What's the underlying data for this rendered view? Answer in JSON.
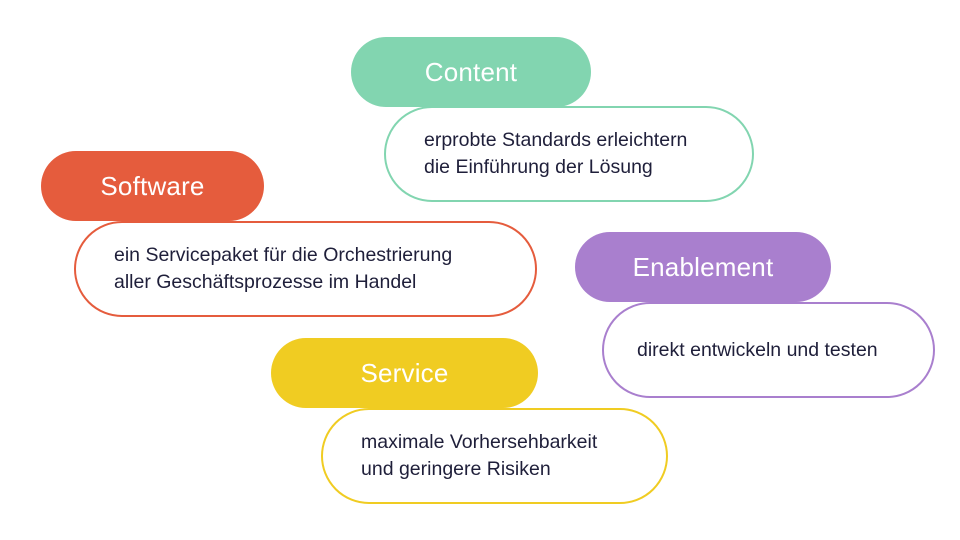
{
  "colors": {
    "content": "#82d5b0",
    "software": "#e55c3d",
    "enablement": "#a97fce",
    "service": "#f0cc22",
    "text": "#1f1f3a"
  },
  "blocks": {
    "content": {
      "title": "Content",
      "lines": [
        "erprobte Standards erleichtern",
        "die Einführung der Lösung"
      ]
    },
    "software": {
      "title": "Software",
      "lines": [
        "ein Servicepaket für die Orchestrierung",
        "aller Geschäftsprozesse im Handel"
      ]
    },
    "enablement": {
      "title": "Enablement",
      "lines": [
        "direkt entwickeln und testen"
      ]
    },
    "service": {
      "title": "Service",
      "lines": [
        "maximale Vorhersehbarkeit",
        "und geringere Risiken"
      ]
    }
  }
}
